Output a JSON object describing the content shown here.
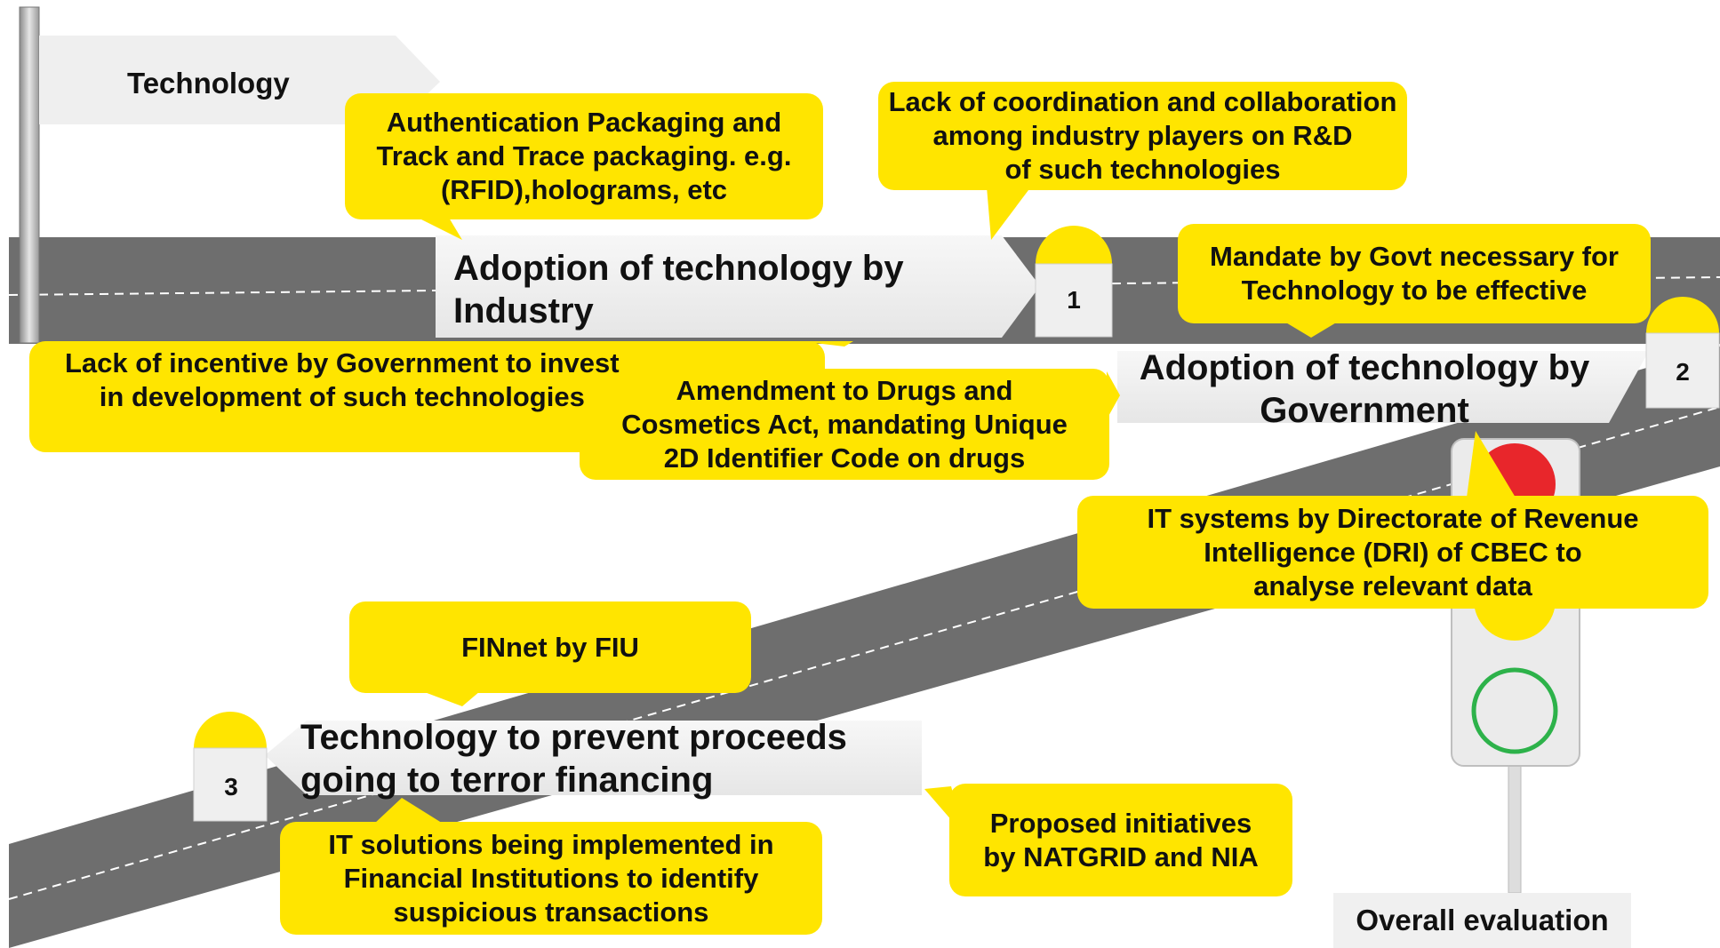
{
  "technology_label": "Technology",
  "milestones": [
    {
      "number": "1",
      "title": "Adoption of technology by\nIndustry"
    },
    {
      "number": "2",
      "title": "Adoption of technology by\nGovernment"
    },
    {
      "number": "3",
      "title": "Technology to prevent proceeds\ngoing to terror financing"
    }
  ],
  "callouts": {
    "authentication_packaging": "Authentication Packaging and\nTrack and Trace packaging. e.g.\n(RFID),holograms, etc",
    "lack_coordination": "Lack of coordination and collaboration\namong industry players on R&D\nof such technologies",
    "mandate_govt": "Mandate by Govt necessary for\nTechnology to be effective",
    "lack_incentive": "Lack of incentive by Government to invest\nin development of such technologies",
    "amendment_drugs": "Amendment to Drugs and\nCosmetics Act, mandating Unique\n2D Identifier Code on drugs",
    "it_systems_dri": "IT systems by Directorate of Revenue\nIntelligence (DRI) of CBEC to\nanalyse relevant data",
    "finnet": "FINnet by FIU",
    "it_solutions_fi": "IT solutions being implemented in\nFinancial Institutions to identify\nsuspicious transactions",
    "proposed_initiatives": "Proposed initiatives\nby NATGRID and NIA"
  },
  "overall_evaluation_label": "Overall evaluation",
  "colors": {
    "callout_yellow": "#FFE500",
    "road_gray": "#6E6E6E",
    "sign_gray": "#F0F0F0",
    "traffic_red": "#E8262B",
    "traffic_green": "#2DB24A",
    "traffic_body": "#EBEBEB"
  }
}
